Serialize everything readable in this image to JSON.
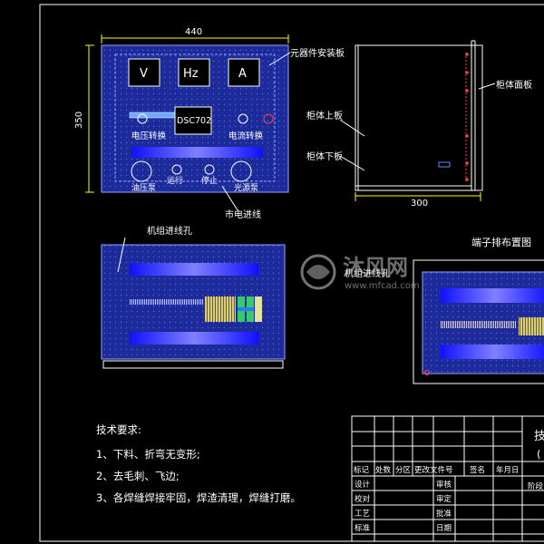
{
  "dims": {
    "width": "440",
    "height": "350",
    "depth": "300"
  },
  "labels": {
    "component_board": "元器件安装板",
    "cabinet_front": "柜体面板",
    "cabinet_top": "柜体上板",
    "cabinet_bottom": "柜体下板",
    "voltage_switch": "电压转换",
    "current_switch": "电流转换",
    "meter_model": "DSC702",
    "oil_pump": "油压泵",
    "run": "运行",
    "stop": "停止",
    "light_pump": "光源泵",
    "mains_inlet": "市电进线",
    "unit_inlet_hole": "机组进线孔",
    "unit_inlet_hole2": "机组进线孔",
    "terminal_layout": "端子排布置图"
  },
  "meters": [
    "V",
    "Hz",
    "A"
  ],
  "notes": {
    "title": "技术要求:",
    "items": [
      "1、下料、折弯无变形;",
      "2、去毛刺、飞边;",
      "3、各焊缝焊接牢固，焊渣清理，焊缝打磨。"
    ]
  },
  "title_block": {
    "header": [
      "标记",
      "处数",
      "分区",
      "更改文件号",
      "签名",
      "年月日"
    ],
    "rows_left": [
      "设计",
      "校对",
      "工艺",
      "标准"
    ],
    "rows_mid": [
      "审核",
      "审定",
      "批准",
      "日期"
    ],
    "right_partial": [
      "技",
      "(",
      "阶段"
    ]
  },
  "watermark": {
    "brand": "沐风网",
    "url": "www.mfcad.com"
  },
  "colors": {
    "panel": "#1c2a9a",
    "bar": "#3a3aff",
    "terminal": "#e8e0a0",
    "green": "#33cc66"
  }
}
